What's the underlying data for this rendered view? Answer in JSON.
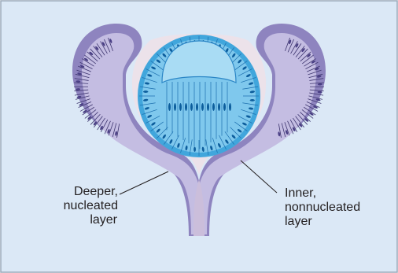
{
  "labels": {
    "left": [
      "Deeper,",
      "nucleated",
      "layer"
    ],
    "right": [
      "Inner,",
      "nonnucleated",
      "layer"
    ]
  },
  "colors": {
    "panel_background": "#dbe8f6",
    "panel_border": "#9aa8b8",
    "lip_outer": "#8e84bf",
    "lip_inner": "#c4bde2",
    "lip_lines": "#3d356e",
    "lip_nuclei": "#4a3f85",
    "cavity": "#ece2ea",
    "stalk": "#cbbedb",
    "lens_outer": "#41a6dc",
    "lens_inner": "#7fc8ed",
    "lens_core": "#a9dcf4",
    "lens_nuclei": "#0c5d9c",
    "leader_line": "#231f20",
    "text": "#231f20"
  }
}
